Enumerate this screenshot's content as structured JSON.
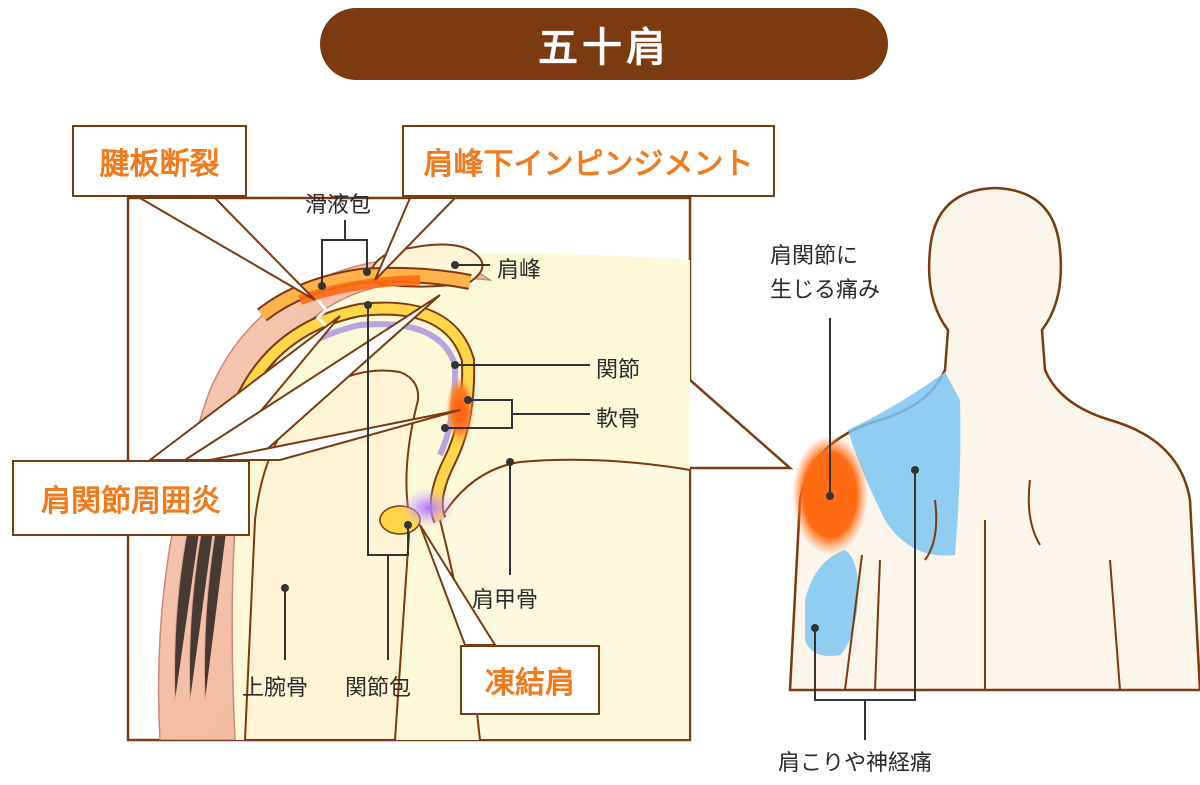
{
  "title": "五十肩",
  "callouts": {
    "tendon_tear": "腱板断裂",
    "impingement": "肩峰下インピンジメント",
    "periarthritis": "肩関節周囲炎",
    "frozen_shoulder": "凍結肩"
  },
  "anatomy_labels": {
    "bursa": "滑液包",
    "acromion": "肩峰",
    "joint": "関節",
    "cartilage": "軟骨",
    "scapula": "肩甲骨",
    "humerus": "上腕骨",
    "joint_capsule": "関節包"
  },
  "body_labels": {
    "joint_pain_line1": "肩関節に",
    "joint_pain_line2": "生じる痛み",
    "stiffness": "肩こりや神経痛"
  },
  "colors": {
    "title_bg": "#7b3a10",
    "callout_text": "#f07a1e",
    "pain_orange": "#ff6a13",
    "stiffness_blue": "#7cc6f2",
    "skin": "#fcf5ec",
    "outline": "#7b3a10"
  }
}
